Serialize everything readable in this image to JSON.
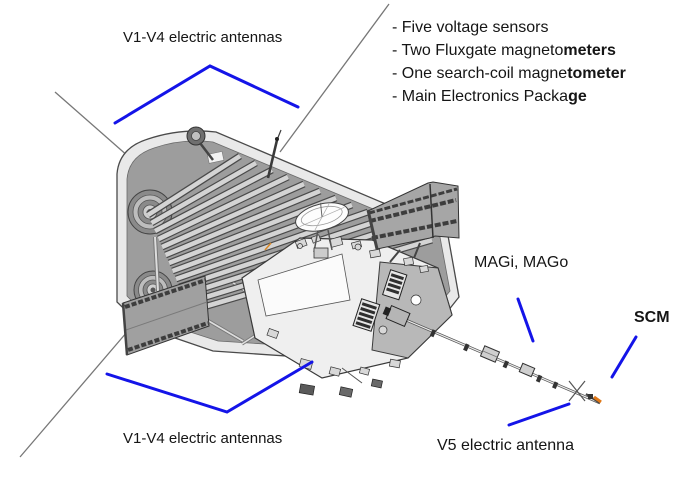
{
  "labels": {
    "top_antennas": "V1-V4 electric antennas",
    "bottom_antennas": "V1-V4 electric antennas",
    "mag": "MAGi, MAGo",
    "scm": "SCM",
    "v5": "V5 electric antenna"
  },
  "instrument_list": {
    "items": [
      {
        "text": "- Five voltage sensors",
        "bold": ""
      },
      {
        "text": "- Two Fluxgate magneto",
        "bold": "meters"
      },
      {
        "text": "- One search-coil magne",
        "bold": "tometer"
      },
      {
        "text": "- Main Electronics Packa",
        "bold": "ge"
      }
    ]
  },
  "colors": {
    "pointer_blue": "#1414e8",
    "shield_gray": "#9d9d9d",
    "accent_orange": "#e07818",
    "text_black": "#151515"
  }
}
